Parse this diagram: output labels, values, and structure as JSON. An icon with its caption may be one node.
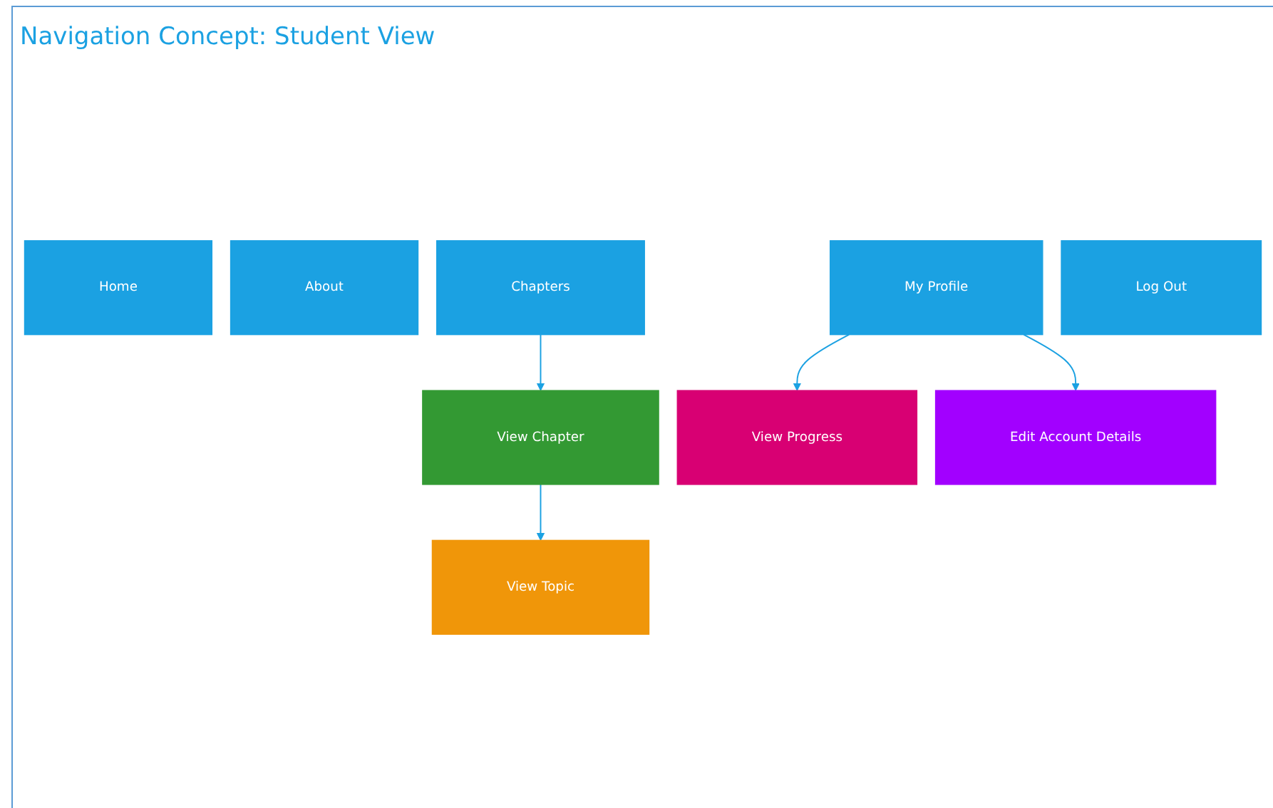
{
  "diagram": {
    "title": "Navigation Concept: Student View",
    "nodes": [
      {
        "text": [
          "Home"
        ]
      },
      {
        "text": [
          "About"
        ]
      },
      {
        "text": [
          "Chapters"
        ]
      },
      {
        "text": [
          "My Profile"
        ]
      },
      {
        "text": [
          "Log Out"
        ]
      },
      {
        "text": [
          "View Chapter"
        ]
      },
      {
        "text": [
          "View Progress"
        ]
      },
      {
        "text": [
          "Edit Account Details"
        ]
      },
      {
        "text": [
          "View Topic"
        ]
      }
    ],
    "edges": [
      {
        "from": 2,
        "to": 5,
        "arrow": "to"
      },
      {
        "from": 3,
        "to": 6,
        "arrow": "to"
      },
      {
        "from": 3,
        "to": 7,
        "arrow": "to"
      },
      {
        "from": 5,
        "to": 8,
        "arrow": "to"
      }
    ]
  }
}
